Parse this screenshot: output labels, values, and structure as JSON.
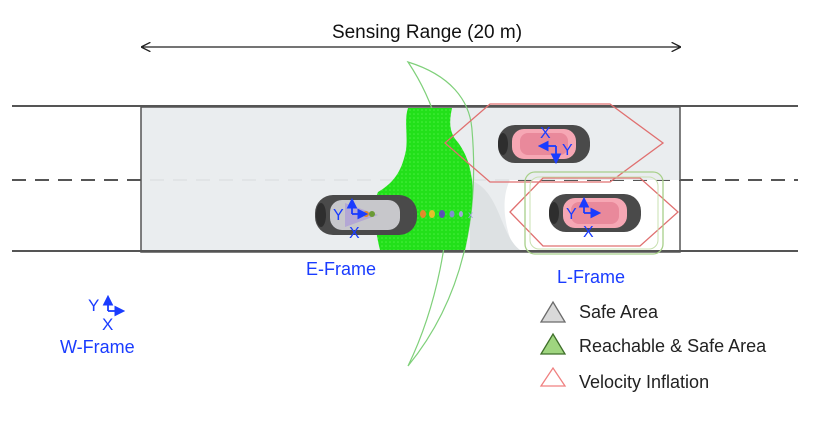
{
  "header": {
    "sensing_range": "Sensing Range (20 m)"
  },
  "frames": {
    "ego": "E-Frame",
    "lead": "L-Frame",
    "world": "W-Frame"
  },
  "axes": {
    "x": "X",
    "y": "Y"
  },
  "legend": {
    "items": [
      {
        "label": "Safe Area",
        "fill": "#d9d9d9",
        "stroke": "#6b6b6b"
      },
      {
        "label": "Reachable & Safe Area",
        "fill": "#9fd57f",
        "stroke": "#3f6f2a"
      },
      {
        "label": "Velocity Inflation",
        "fill": "#ffffff",
        "stroke": "#f08080"
      }
    ]
  },
  "colors": {
    "frame_label": "#1a3cff",
    "reachable": "#22e01a",
    "road_line": "#555555",
    "safe_area": "#e9ecee",
    "inflation": "#e07070",
    "lead_box": "#a8d08a"
  }
}
